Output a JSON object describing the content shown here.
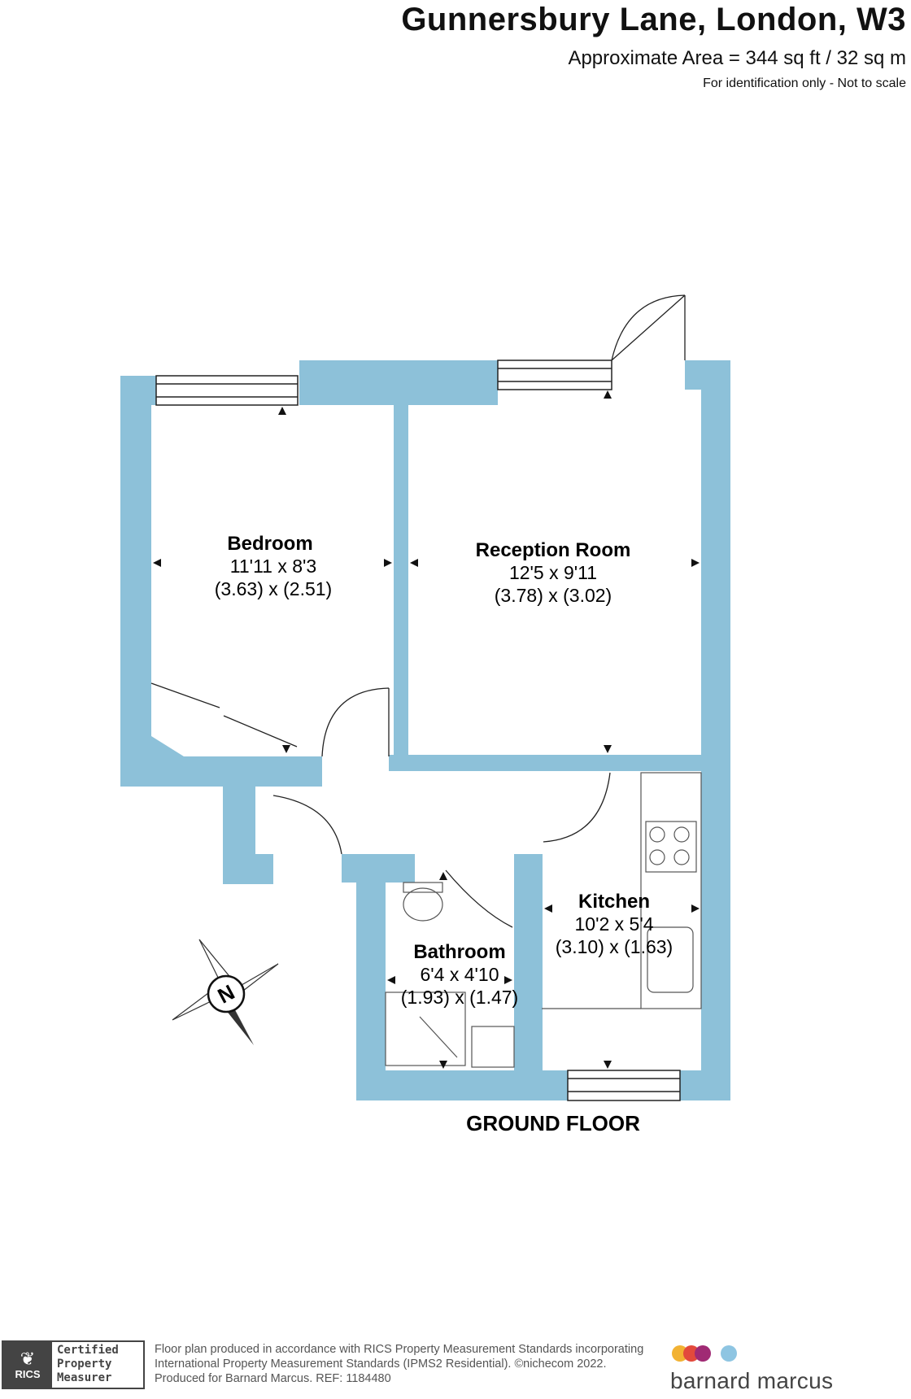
{
  "header": {
    "title": "Gunnersbury Lane, London, W3",
    "area": "Approximate Area = 344 sq ft / 32 sq m",
    "note": "For identification only - Not to scale"
  },
  "rooms": [
    {
      "name": "Bedroom",
      "imperial": "11'11 x 8'3",
      "metric": "(3.63) x (2.51)"
    },
    {
      "name": "Reception Room",
      "imperial": "12'5 x 9'11",
      "metric": "(3.78) x (3.02)"
    },
    {
      "name": "Kitchen",
      "imperial": "10'2 x 5'4",
      "metric": "(3.10) x (1.63)"
    },
    {
      "name": "Bathroom",
      "imperial": "6'4 x 4'10",
      "metric": "(1.93) x (1.47)"
    }
  ],
  "floor_label": "GROUND FLOOR",
  "compass": {
    "letter": "N"
  },
  "colors": {
    "wall": "#8dc1d9",
    "line": "#222222",
    "text": "#111111",
    "footer_text": "#555555"
  },
  "footer": {
    "lines": [
      "Floor plan produced in accordance with RICS Property Measurement Standards incorporating",
      "International Property Measurement Standards (IPMS2 Residential).  ©nichecom 2022.",
      "Produced for Barnard Marcus.   REF:  1184480"
    ],
    "rics": {
      "logo_text": "RICS",
      "badge_lines": [
        "Certified",
        "Property",
        "Measurer"
      ]
    },
    "brand": {
      "name": "barnard marcus",
      "dot_colors": [
        "#f2b233",
        "#e34a3c",
        "#a02a74",
        "#8ec5e2"
      ]
    }
  }
}
